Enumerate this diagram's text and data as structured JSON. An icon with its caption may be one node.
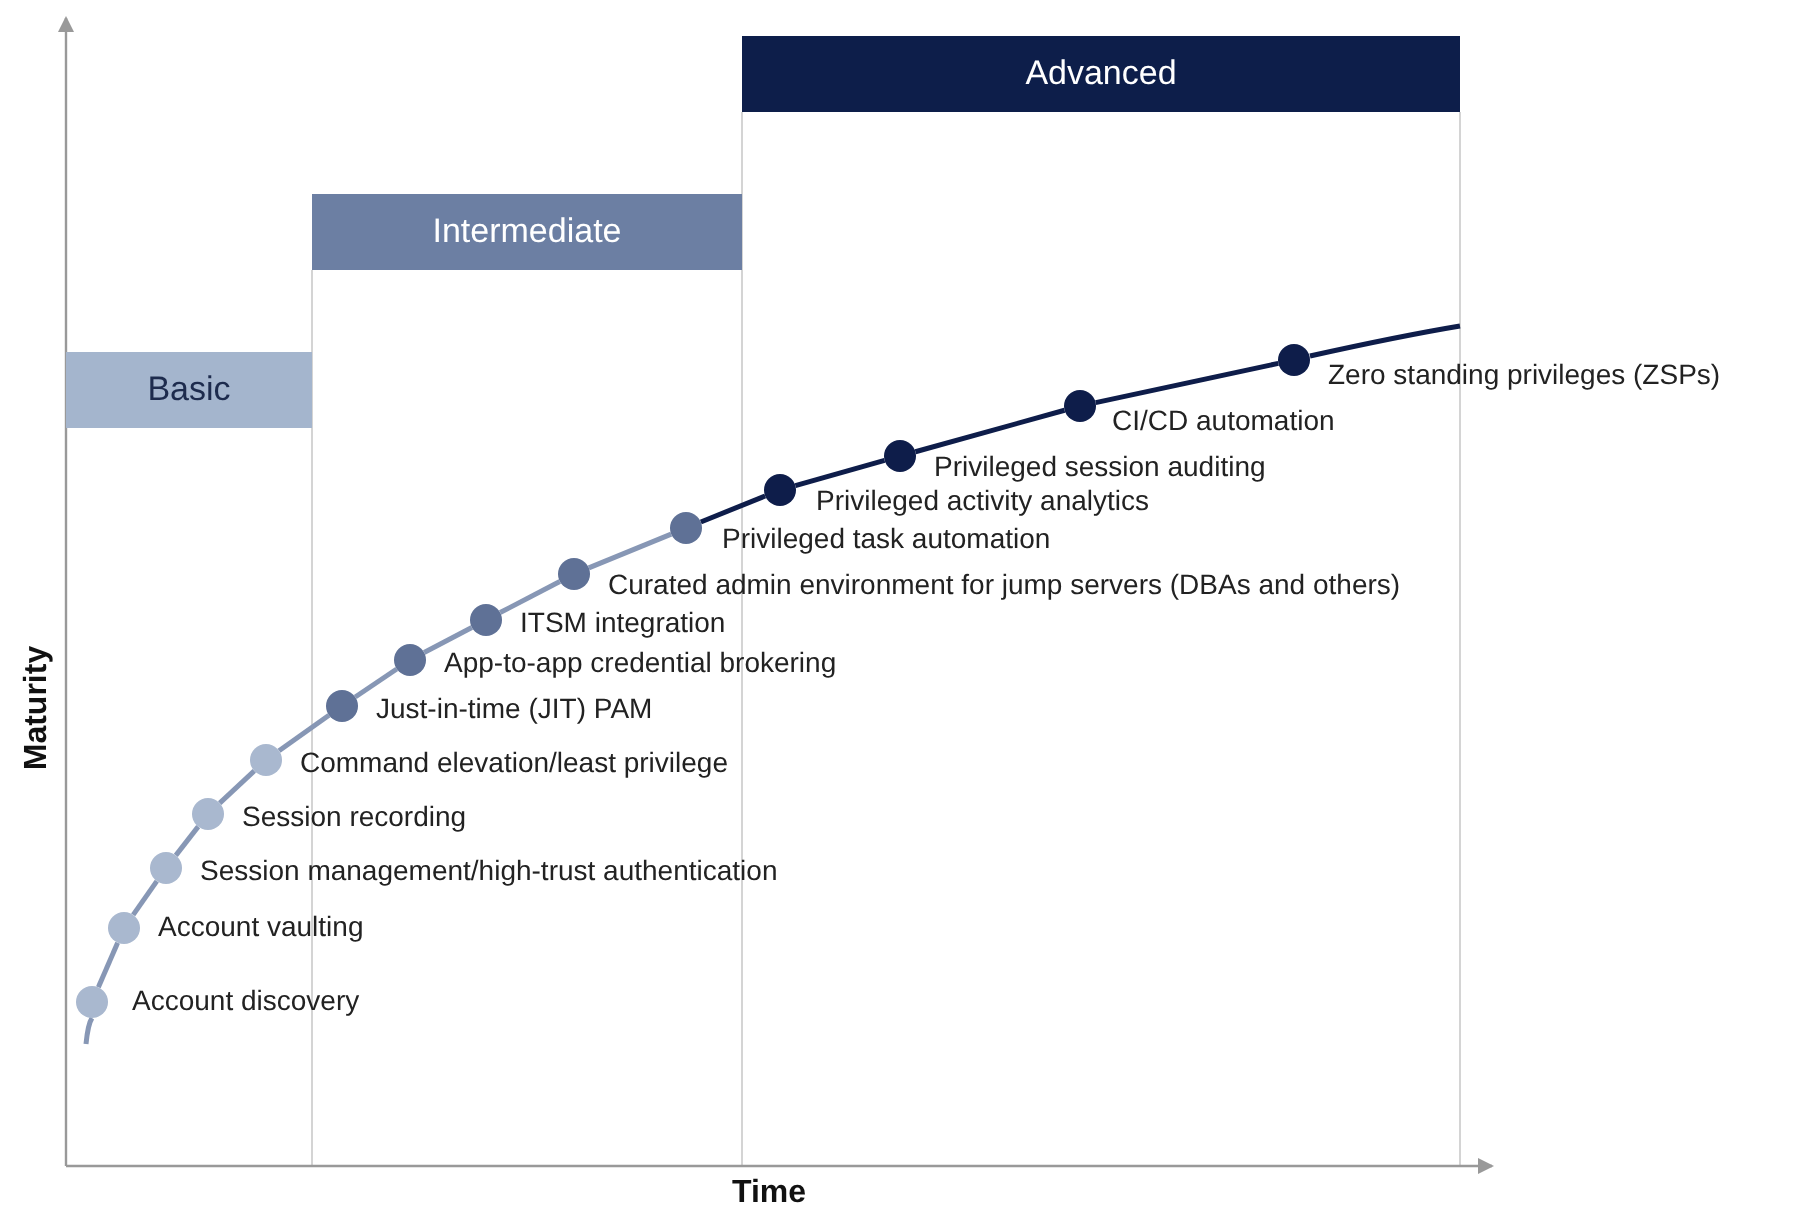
{
  "diagram": {
    "nodes": [
      {
        "text": [
          "Basic"
        ]
      },
      {
        "text": [
          "Intermediate"
        ]
      },
      {
        "text": [
          "Advanced"
        ]
      },
      {
        "text": [],
        "shape": "circle",
        "beside": [
          "Account discovery"
        ]
      },
      {
        "text": [],
        "shape": "circle",
        "beside": [
          "Account vaulting"
        ]
      },
      {
        "text": [],
        "shape": "circle",
        "beside": [
          "Session management/high-trust authentication"
        ]
      },
      {
        "text": [],
        "shape": "circle",
        "beside": [
          "Session recording"
        ]
      },
      {
        "text": [],
        "shape": "circle",
        "beside": [
          "Command elevation/least privilege"
        ]
      },
      {
        "text": [],
        "shape": "circle",
        "beside": [
          "Just-in-time (JIT) PAM"
        ]
      },
      {
        "text": [],
        "shape": "circle",
        "beside": [
          "App-to-app credential brokering"
        ]
      },
      {
        "text": [],
        "shape": "circle",
        "beside": [
          "ITSM integration"
        ]
      },
      {
        "text": [],
        "shape": "circle",
        "beside": [
          "Curated admin environment for jump servers (DBAs and others)"
        ]
      },
      {
        "text": [],
        "shape": "circle",
        "beside": [
          "Privileged task automation"
        ]
      },
      {
        "text": [],
        "shape": "circle",
        "beside": [
          "Privileged activity analytics"
        ]
      },
      {
        "text": [],
        "shape": "circle",
        "beside": [
          "Privileged session auditing"
        ]
      },
      {
        "text": [],
        "shape": "circle",
        "beside": [
          "CI/CD automation"
        ]
      },
      {
        "text": [],
        "shape": "circle",
        "beside": [
          "Zero standing privileges (ZSPs)"
        ]
      }
    ],
    "edges": [
      {
        "from": 3,
        "to": 4,
        "arrow": "none"
      },
      {
        "from": 4,
        "to": 5,
        "arrow": "none"
      },
      {
        "from": 5,
        "to": 6,
        "arrow": "none"
      },
      {
        "from": 6,
        "to": 7,
        "arrow": "none"
      },
      {
        "from": 7,
        "to": 8,
        "arrow": "none"
      },
      {
        "from": 8,
        "to": 9,
        "arrow": "none"
      },
      {
        "from": 9,
        "to": 10,
        "arrow": "none"
      },
      {
        "from": 10,
        "to": 11,
        "arrow": "none"
      },
      {
        "from": 11,
        "to": 12,
        "arrow": "none"
      },
      {
        "from": 12,
        "to": 13,
        "arrow": "none",
        "color": "#0e1d4a"
      },
      {
        "from": 13,
        "to": 14,
        "arrow": "none",
        "color": "#0e1d4a"
      },
      {
        "from": 14,
        "to": 15,
        "arrow": "none",
        "color": "#0e1d4a"
      },
      {
        "from": 15,
        "to": 16,
        "arrow": "none",
        "color": "#0e1d4a"
      }
    ],
    "labels": [
      "Maturity",
      "Time"
    ]
  }
}
